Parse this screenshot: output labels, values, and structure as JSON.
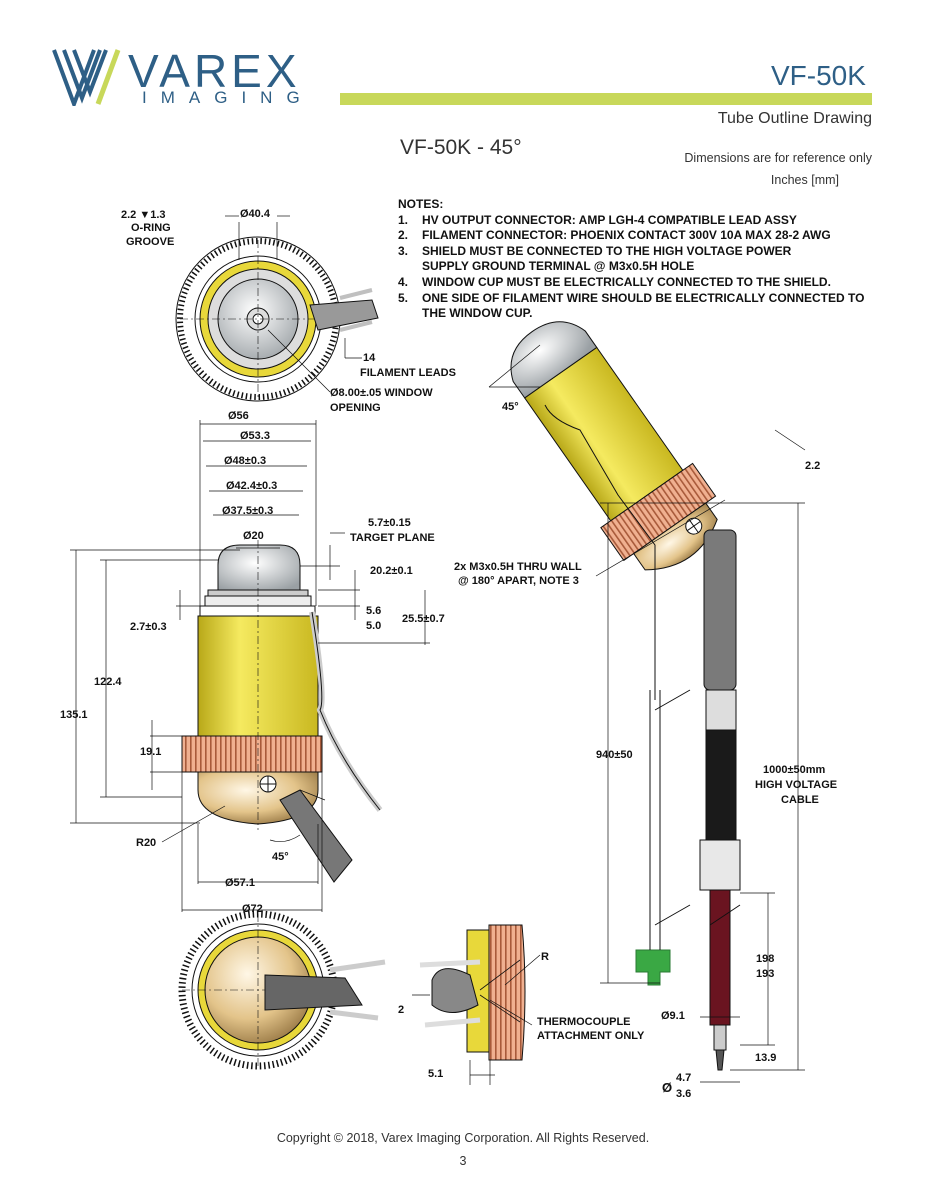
{
  "header": {
    "logo_word": "VAREX",
    "logo_sub": "IMAGING",
    "model": "VF-50K",
    "subtitle": "Tube Outline Drawing",
    "ref_note": "Dimensions are for reference only",
    "units": "Inches [mm]"
  },
  "drawing_title": "VF-50K - 45°",
  "notes": {
    "heading": "NOTES:",
    "items": [
      {
        "num": "1.",
        "text": "HV OUTPUT CONNECTOR:  AMP LGH-4 COMPATIBLE LEAD ASSY"
      },
      {
        "num": "2.",
        "text": "FILAMENT CONNECTOR:  PHOENIX CONTACT 300V 10A MAX 28-2 AWG"
      },
      {
        "num": "3.",
        "text": "SHIELD MUST BE CONNECTED TO THE HIGH VOLTAGE POWER SUPPLY GROUND TERMINAL @ M3x0.5H HOLE"
      },
      {
        "num": "4.",
        "text": "WINDOW CUP MUST BE ELECTRICALLY CONNECTED TO THE SHIELD."
      },
      {
        "num": "5.",
        "text": "ONE SIDE OF FILAMENT WIRE SHOULD BE ELECTRICALLY CONNECTED TO THE WINDOW CUP."
      }
    ]
  },
  "labels": {
    "oring_1": "2.2 ▼1.3",
    "oring_2": "O-RING",
    "oring_3": "GROOVE",
    "d404": "Ø40.4",
    "fil_14": "14",
    "fil_leads": "FILAMENT LEADS",
    "window_1": "Ø8.00±.05 WINDOW",
    "window_2": "OPENING",
    "d56": "Ø56",
    "d533": "Ø53.3",
    "d48": "Ø48±0.3",
    "d424": "Ø42.4±0.3",
    "d375": "Ø37.5±0.3",
    "d20": "Ø20",
    "tp_1": "5.7±0.15",
    "tp_2": "TARGET PLANE",
    "d202": "20.2±0.1",
    "d56s": "5.6",
    "d50": "5.0",
    "d255": "25.5±0.7",
    "d27": "2.7±0.3",
    "d1224": "122.4",
    "d1351": "135.1",
    "d191": "19.1",
    "r20": "R20",
    "a45b": "45°",
    "d571": "Ø57.1",
    "d72": "Ø72",
    "a45r": "45°",
    "d22": "2.2",
    "m3_1": "2x M3x0.5H THRU WALL",
    "m3_2": "@ 180° APART, NOTE 3",
    "d940": "940±50",
    "hv_1": "1000±50mm",
    "hv_2": "HIGH VOLTAGE",
    "hv_3": "CABLE",
    "d198": "198",
    "d193": "193",
    "d91": "Ø9.1",
    "d139": "13.9",
    "d47": "4.7",
    "d36": "3.6",
    "r": "R",
    "d2": "2",
    "tc_1": "THERMOCOUPLE",
    "tc_2": "ATTACHMENT ONLY",
    "d51": "5.1"
  },
  "footer": {
    "copyright": "Copyright © 2018, Varex Imaging Corporation.  All Rights Reserved.",
    "page": "3"
  },
  "colors": {
    "brand_blue": "#2e5f86",
    "accent_green": "#c8d85a",
    "tube_yellow": "#e8d83a",
    "fin_copper": "#d98c6a",
    "cable_black": "#1a1a1a",
    "cable_red": "#6a1420",
    "connector_green": "#3aa844"
  }
}
